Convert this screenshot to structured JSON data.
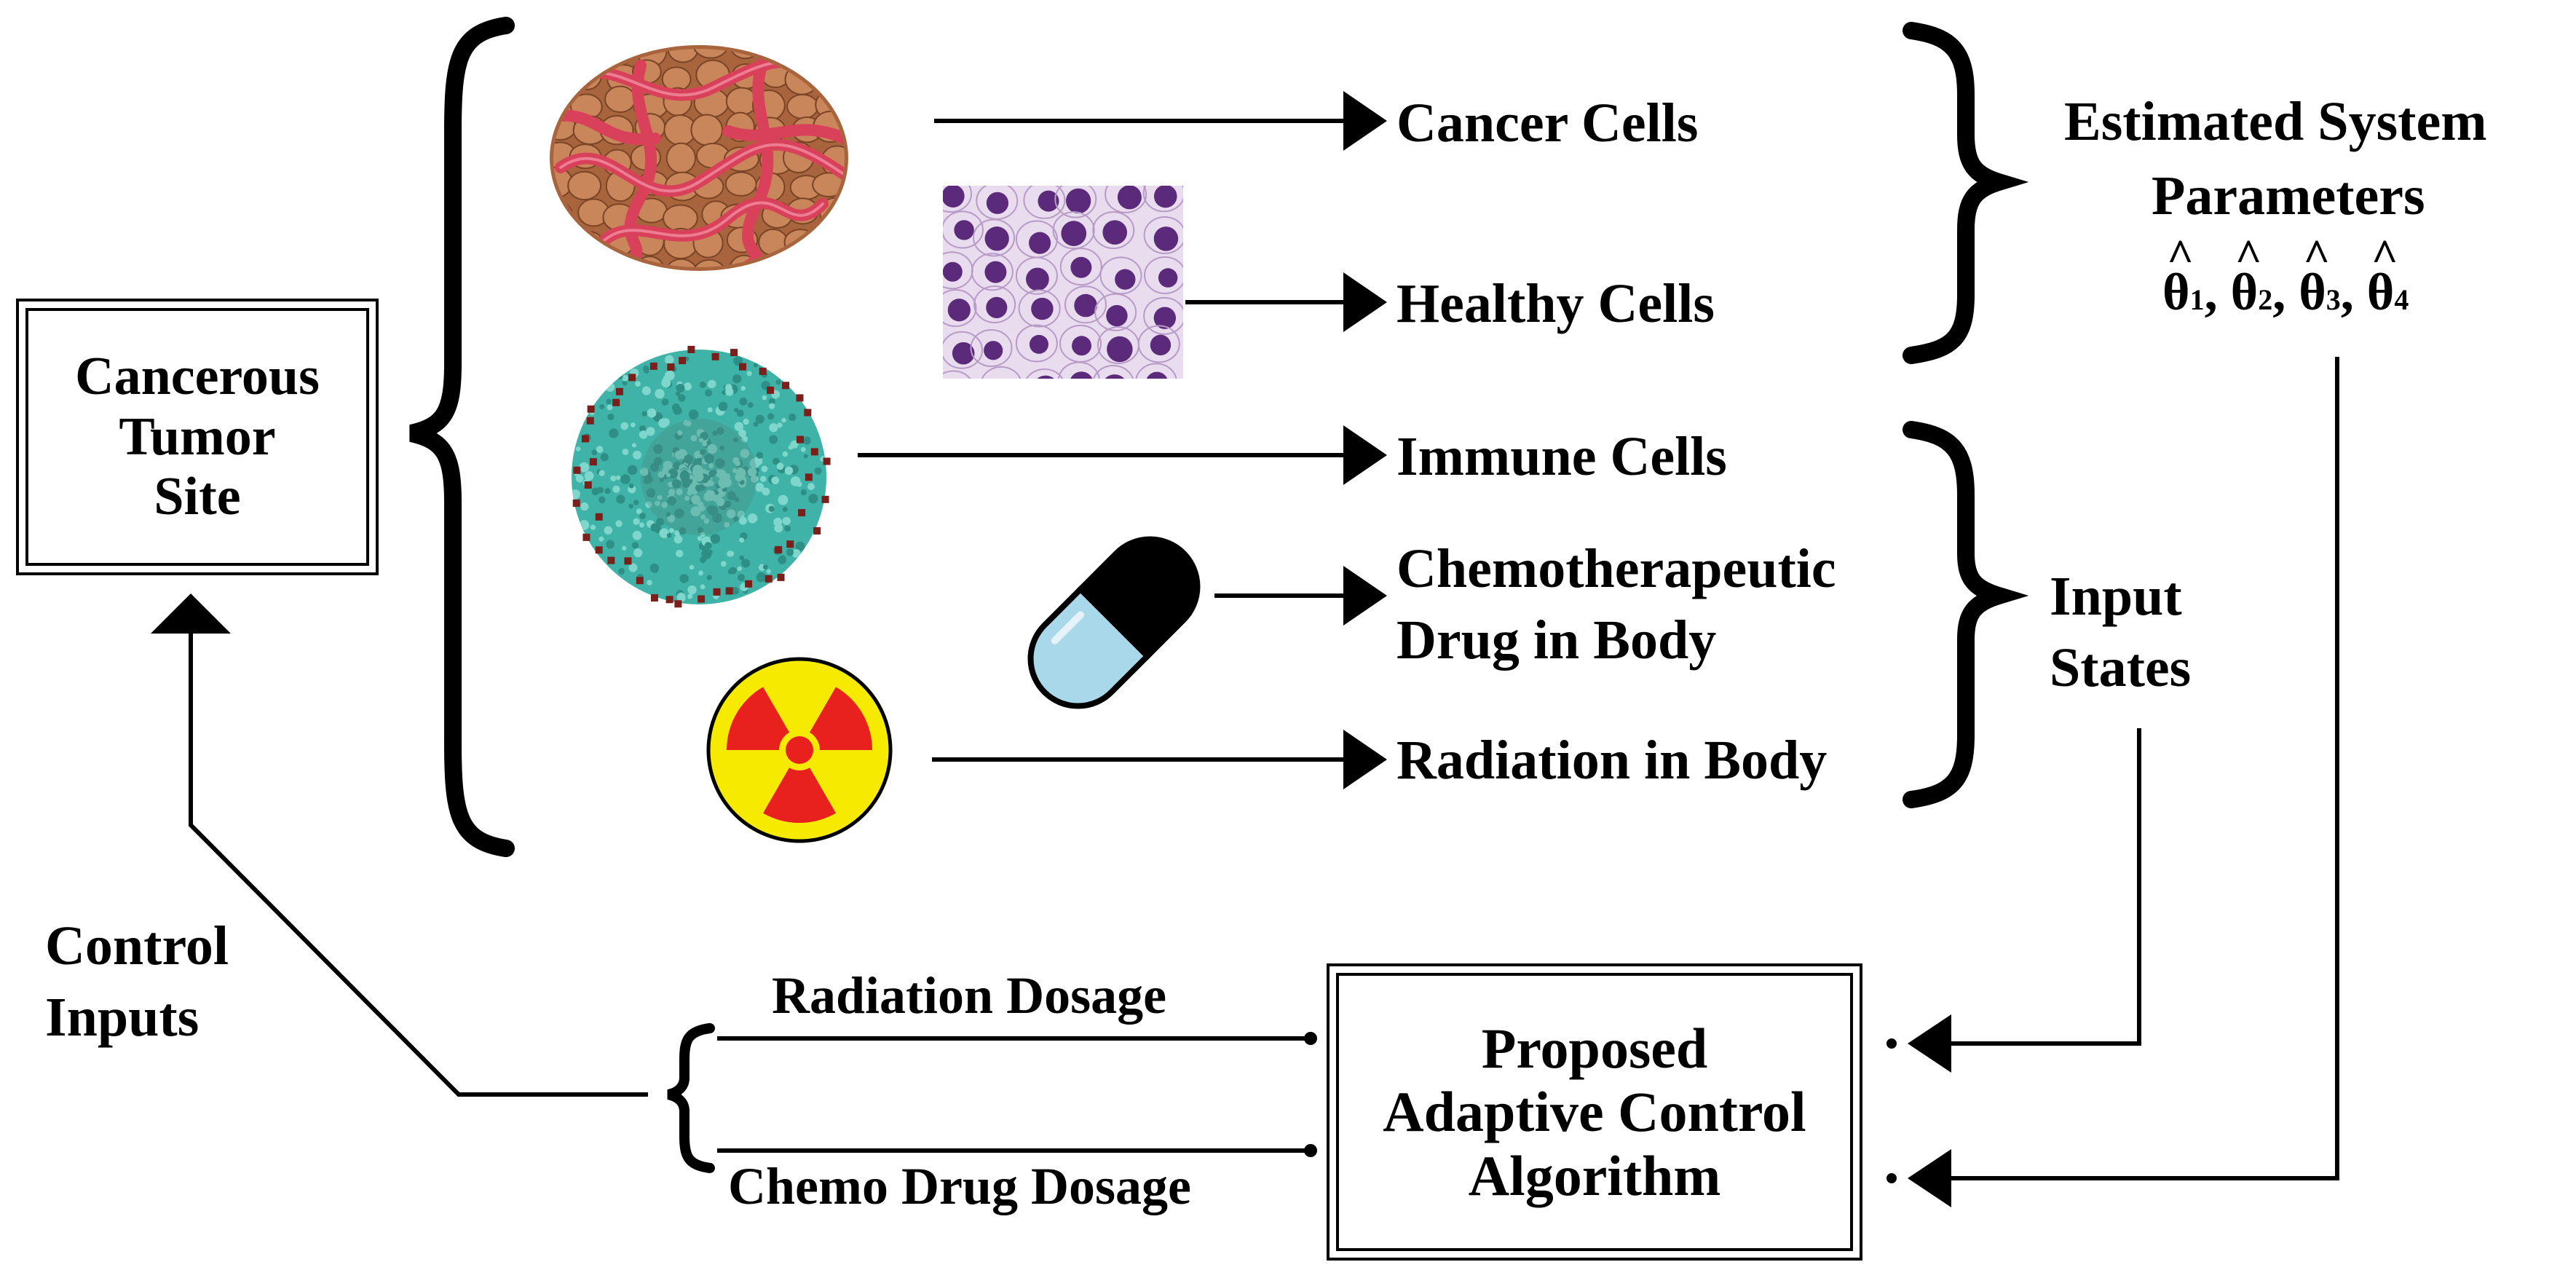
{
  "tumor_box": {
    "lines": [
      "Cancerous",
      "Tumor",
      "Site"
    ]
  },
  "cell_labels": {
    "cancer": "Cancer Cells",
    "healthy": "Healthy Cells",
    "immune": "Immune Cells",
    "chemo_line1": "Chemotherapeutic",
    "chemo_line2": "Drug in Body",
    "radiation": "Radiation in Body"
  },
  "parameters": {
    "line1": "Estimated System",
    "line2": "Parameters",
    "thetas": [
      {
        "symbol": "θ",
        "sub": "1",
        "sep": ", "
      },
      {
        "symbol": "θ",
        "sub": "2",
        "sep": ", "
      },
      {
        "symbol": "θ",
        "sub": "3",
        "sep": ", "
      },
      {
        "symbol": "θ",
        "sub": "4",
        "sep": ""
      }
    ]
  },
  "input_states": {
    "line1": "Input",
    "line2": "States"
  },
  "control_inputs": {
    "line1": "Control",
    "line2": "Inputs"
  },
  "dosages": {
    "radiation": "Radiation Dosage",
    "chemo": "Chemo Drug Dosage"
  },
  "controller_box": {
    "lines": [
      "Proposed",
      "Adaptive Control",
      "Algorithm"
    ]
  },
  "colors": {
    "tumor_cell": "#c8865a",
    "blood_vessel": "#d9405a",
    "tissue_bg": "#e9dcef",
    "nucleus": "#5b2a7a",
    "immune_cell": "#3fb3a8",
    "pill_blue": "#a9d8ea",
    "radiation_yellow": "#f5ea00",
    "radiation_red": "#e8211f"
  }
}
